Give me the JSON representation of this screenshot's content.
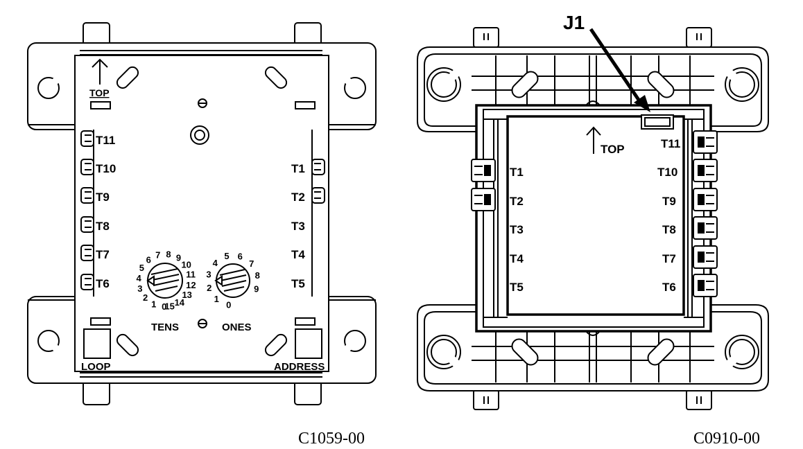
{
  "left_module": {
    "top_label": "TOP",
    "terminals_left": [
      "T11",
      "T10",
      "T9",
      "T8",
      "T7",
      "T6"
    ],
    "terminals_right": [
      "T1",
      "T2",
      "T3",
      "T4",
      "T5"
    ],
    "tens_dial": {
      "label": "TENS",
      "numbers": [
        "0",
        "1",
        "2",
        "3",
        "4",
        "5",
        "6",
        "7",
        "8",
        "9",
        "10",
        "11",
        "12",
        "13",
        "14",
        "15"
      ]
    },
    "ones_dial": {
      "label": "ONES",
      "numbers": [
        "0",
        "1",
        "2",
        "3",
        "4",
        "5",
        "6",
        "7",
        "8",
        "9"
      ]
    },
    "loop_label": "LOOP",
    "address_label": "ADDRESS",
    "caption": "C1059-00"
  },
  "right_module": {
    "callout": "J1",
    "top_label": "TOP",
    "terminals_left": [
      "T1",
      "T2",
      "T3",
      "T4",
      "T5"
    ],
    "terminals_right": [
      "T11",
      "T10",
      "T9",
      "T8",
      "T7",
      "T6"
    ],
    "caption": "C0910-00"
  }
}
